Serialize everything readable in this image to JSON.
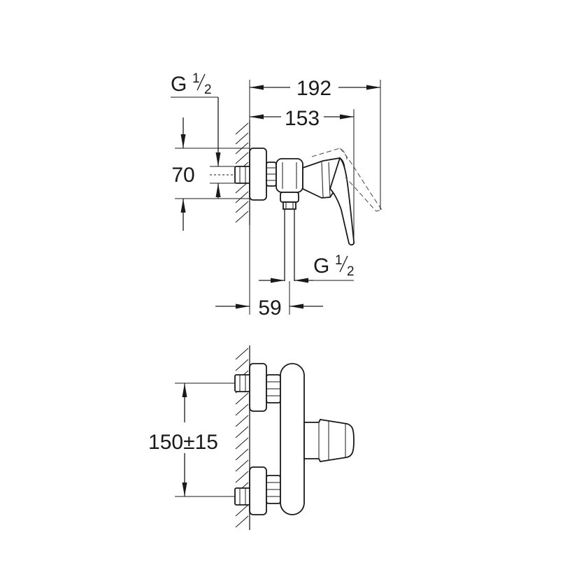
{
  "top_view": {
    "connection_left": {
      "prefix": "G",
      "num": "1",
      "den": "2"
    },
    "connection_bottom": {
      "prefix": "G",
      "num": "1",
      "den": "2"
    },
    "dim_overall_depth": "192",
    "dim_lever_depth": "153",
    "dim_height": "70",
    "dim_outlet_offset": "59"
  },
  "bottom_view": {
    "dim_centers": "150±15"
  }
}
